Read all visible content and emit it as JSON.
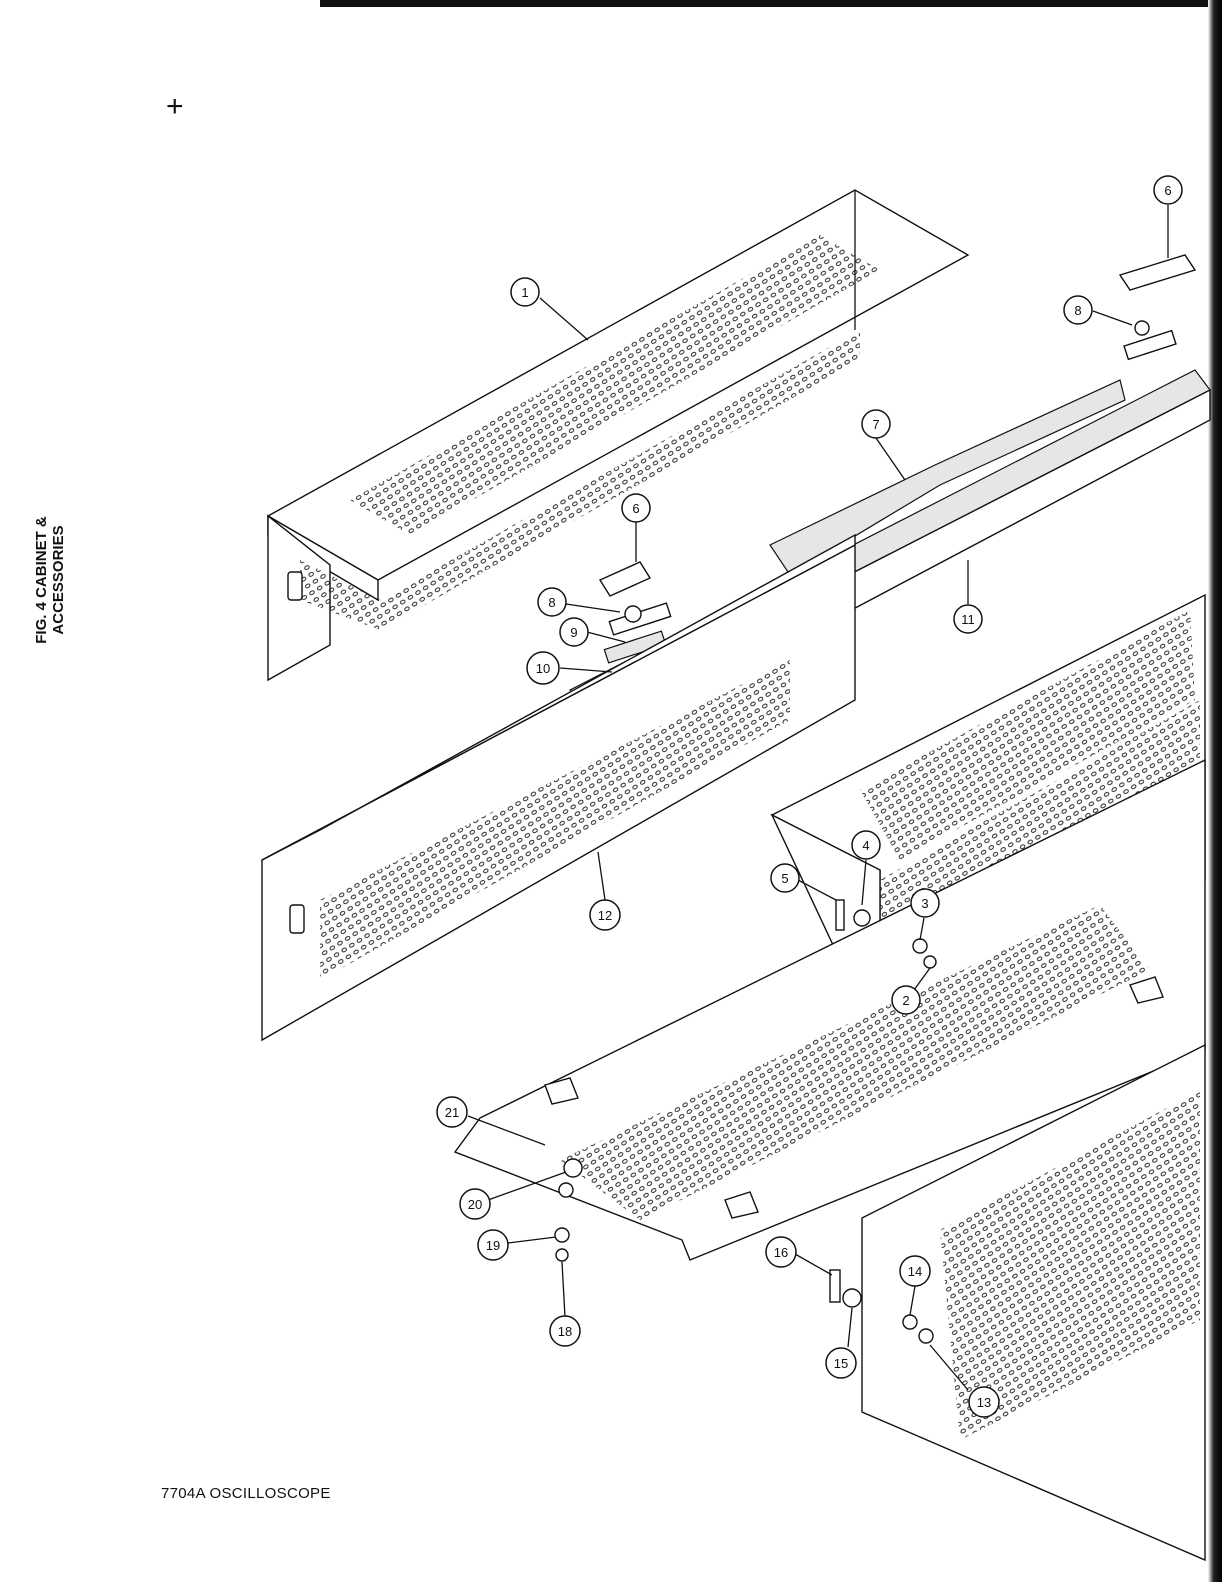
{
  "figure": {
    "title_line1": "FIG. 4  CABINET &",
    "title_line2": "ACCESSORIES",
    "footer": "7704A OSCILLOSCOPE",
    "registration_mark": "+"
  },
  "callouts": [
    {
      "label": "1"
    },
    {
      "label": "2"
    },
    {
      "label": "3"
    },
    {
      "label": "4"
    },
    {
      "label": "5"
    },
    {
      "label": "6"
    },
    {
      "label": "6"
    },
    {
      "label": "7"
    },
    {
      "label": "8"
    },
    {
      "label": "8"
    },
    {
      "label": "9"
    },
    {
      "label": "10"
    },
    {
      "label": "11"
    },
    {
      "label": "12"
    },
    {
      "label": "13"
    },
    {
      "label": "14"
    },
    {
      "label": "15"
    },
    {
      "label": "16"
    },
    {
      "label": "18"
    },
    {
      "label": "19"
    },
    {
      "label": "20"
    },
    {
      "label": "21"
    }
  ]
}
